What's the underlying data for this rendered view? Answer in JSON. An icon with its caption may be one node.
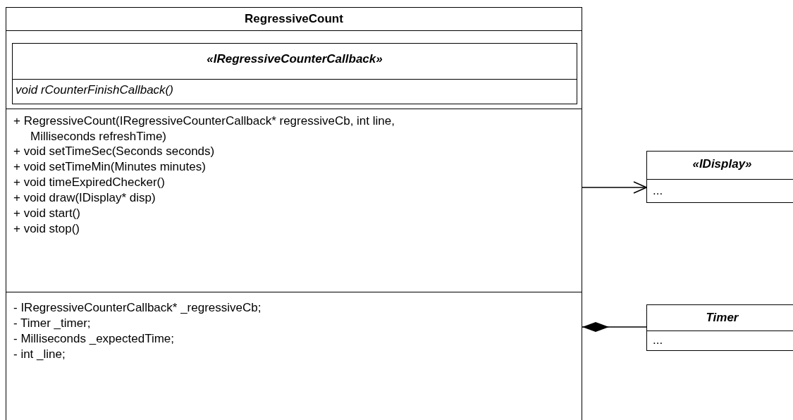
{
  "diagram": {
    "nodes": [
      {
        "text": [
          "RegressiveCount",
          "+ RegressiveCount(IRegressiveCounterCallback* regressiveCb, int line, Milliseconds refreshTime)",
          "+ void setTimeSec(Seconds seconds)",
          "+ void setTimeMin(Minutes minutes)",
          "+ void timeExpiredChecker()",
          "+ void draw(IDisplay* disp)",
          "+ void start()",
          "+ void stop()",
          "- IRegressiveCounterCallback* _regressiveCb;",
          "- Timer _timer;",
          "- Milliseconds _expectedTime;",
          "- int _line;"
        ]
      },
      {
        "text": [
          "«IRegressiveCounterCallback»",
          "void rCounterFinishCallback()"
        ],
        "in": 0
      },
      {
        "text": [
          "«IDisplay»",
          "..."
        ]
      },
      {
        "text": [
          "Timer",
          "..."
        ]
      }
    ],
    "edges": [
      {
        "from": 0,
        "to": 2,
        "arrow": "to"
      },
      {
        "from": 0,
        "to": 3,
        "arrow": "other"
      }
    ]
  }
}
